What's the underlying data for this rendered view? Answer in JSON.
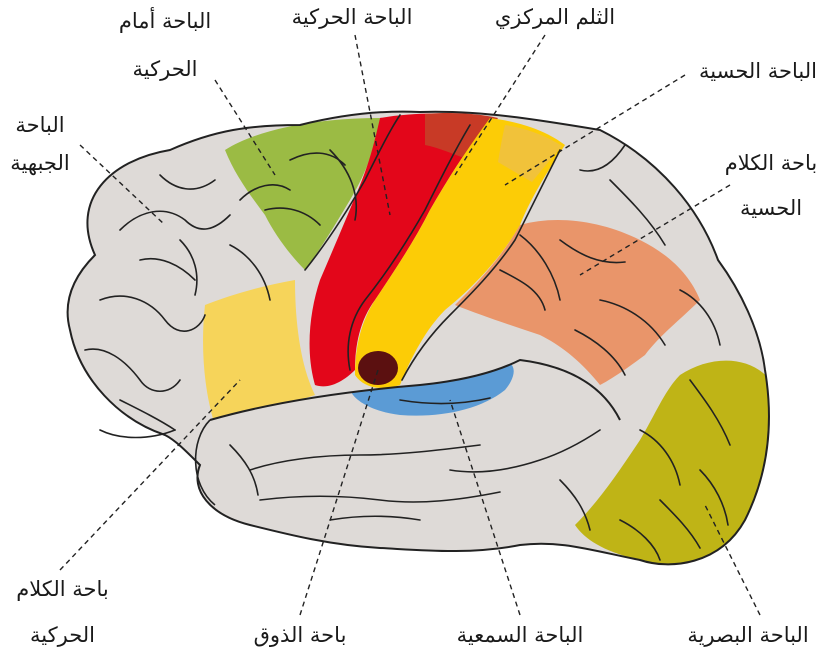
{
  "labels": {
    "premotor_line1": "الباحة أمام",
    "premotor_line2": "الحركية",
    "motor": "الباحة الحركية",
    "central_sulcus": "الثلم المركزي",
    "sensory": "الباحة الحسية",
    "frontal_line1": "الباحة",
    "frontal_line2": "الجبهية",
    "sensory_speech_line1": "باحة الكلام",
    "sensory_speech_line2": "الحسية",
    "motor_speech_line1": "باحة الكلام",
    "motor_speech_line2": "الحركية",
    "taste": "باحة الذوق",
    "auditory": "الباحة السمعية",
    "visual": "الباحة البصرية"
  },
  "colors": {
    "brain": "#dedad7",
    "outline": "#222222",
    "premotor": "#9bbb44",
    "motor": "#e3061a",
    "motor_top": "#c83a26",
    "sensory": "#fccc06",
    "sensory_top": "#f1c23a",
    "sensory_speech": "#e9956a",
    "motor_speech": "#f6d45a",
    "auditory": "#5b9bd5",
    "taste": "#5b1010",
    "visual": "#bfb416",
    "leader": "#222222"
  }
}
